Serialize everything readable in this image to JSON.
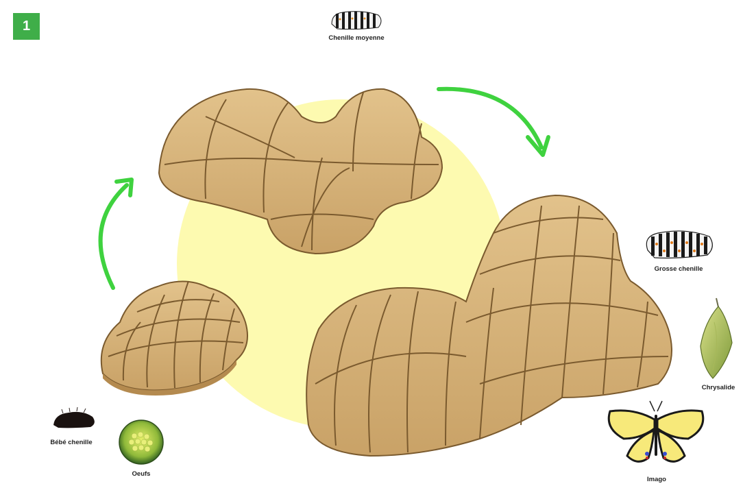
{
  "step_badge": "1",
  "colors": {
    "badge": "#3fae49",
    "arrow": "#3fd23f",
    "sun": "#fdfab0",
    "cardboard": "#d6b47c",
    "cardboard_edge": "#7a5a2e"
  },
  "stages": [
    {
      "id": "oeufs",
      "label": "Oeufs",
      "icon": "eggs-icon"
    },
    {
      "id": "bebe",
      "label": "Bébé chenille",
      "icon": "baby-caterpillar-icon"
    },
    {
      "id": "moyenne",
      "label": "Chenille moyenne",
      "icon": "medium-caterpillar-icon"
    },
    {
      "id": "grosse",
      "label": "Grosse chenille",
      "icon": "big-caterpillar-icon"
    },
    {
      "id": "chrysalide",
      "label": "Chrysalide",
      "icon": "chrysalis-icon"
    },
    {
      "id": "imago",
      "label": "Imago",
      "icon": "butterfly-icon"
    }
  ]
}
